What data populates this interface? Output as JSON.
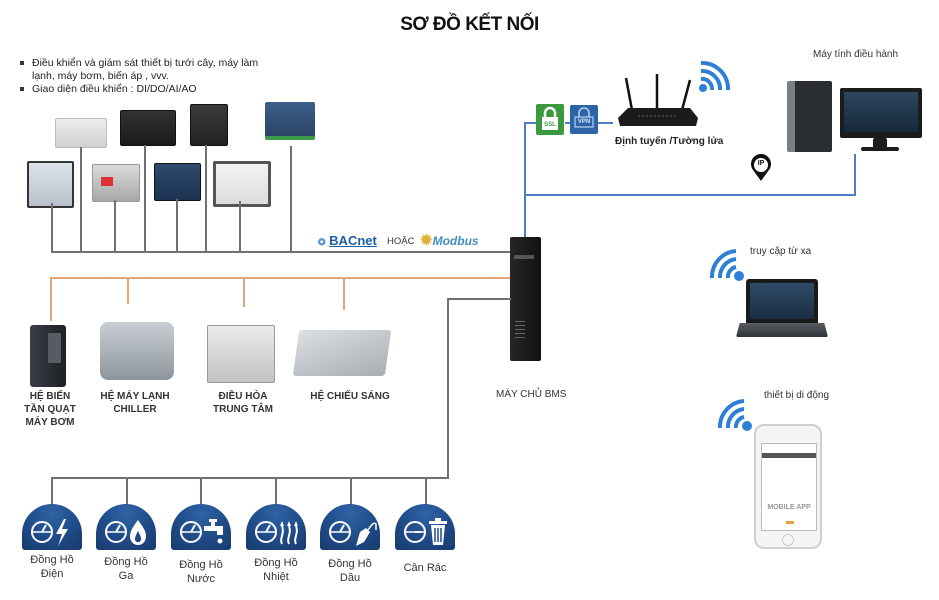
{
  "title": "SƠ ĐỒ KẾT NỐI",
  "bullets": [
    "Điều khiển và giám sát thiết bị tưới cây, máy làm lạnh, máy bơm, biến áp , vvv.",
    "Giao diện điều khiển  : DI/DO/AI/AO"
  ],
  "bullet_lines": [
    "Điều khiển và giám sát thiết bị tưới cây, máy làm",
    "lạnh, máy bơm, biến áp , vvv.",
    "Giao diện điều khiển  : DI/DO/AI/AO"
  ],
  "protocols": {
    "bacnet": "BACnet",
    "or": "HOẶC",
    "modbus": "Modbus"
  },
  "security": {
    "ssl": "SSL",
    "vpn": "VPN"
  },
  "router_label": "Định tuyến /Tường lửa",
  "ip_badge": "IP",
  "operator_pc_label": "Máy tính điều hành",
  "remote_access_label": "truy cập từ xa",
  "mobile_label": "thiết bị di động",
  "mobile_app_text": "MOBILE APP",
  "server_label": "MÁY CHỦ BMS",
  "systems": [
    {
      "lines": [
        "HỆ BIẾN",
        "TẦN QUẠT",
        "MÁY BƠM"
      ]
    },
    {
      "lines": [
        "HỆ MÁY LẠNH",
        "CHILLER"
      ]
    },
    {
      "lines": [
        "ĐIỀU HÒA",
        "TRUNG TÂM"
      ]
    },
    {
      "lines": [
        "HỆ CHIẾU SÁNG"
      ]
    }
  ],
  "meters": [
    {
      "icon": "electricity-meter-icon",
      "lines": [
        "Đồng Hồ",
        "Điện"
      ]
    },
    {
      "icon": "gas-meter-icon",
      "lines": [
        "Đồng Hồ",
        "Ga"
      ]
    },
    {
      "icon": "water-meter-icon",
      "lines": [
        "Đồng Hồ",
        "Nước"
      ]
    },
    {
      "icon": "heat-meter-icon",
      "lines": [
        "Đồng Hồ",
        "Nhiệt"
      ]
    },
    {
      "icon": "oil-meter-icon",
      "lines": [
        "Đồng Hồ",
        "Dầu"
      ]
    },
    {
      "icon": "waste-scale-icon",
      "lines": [
        "Cân Rác"
      ]
    }
  ],
  "colors": {
    "bus_gray": "#6b7175",
    "bus_orange": "#e2a57a",
    "network_blue": "#4f7fc0",
    "meter_blue": "#1f4a87",
    "ssl_green": "#3a9a3e",
    "vpn_blue": "#2d64a8"
  }
}
